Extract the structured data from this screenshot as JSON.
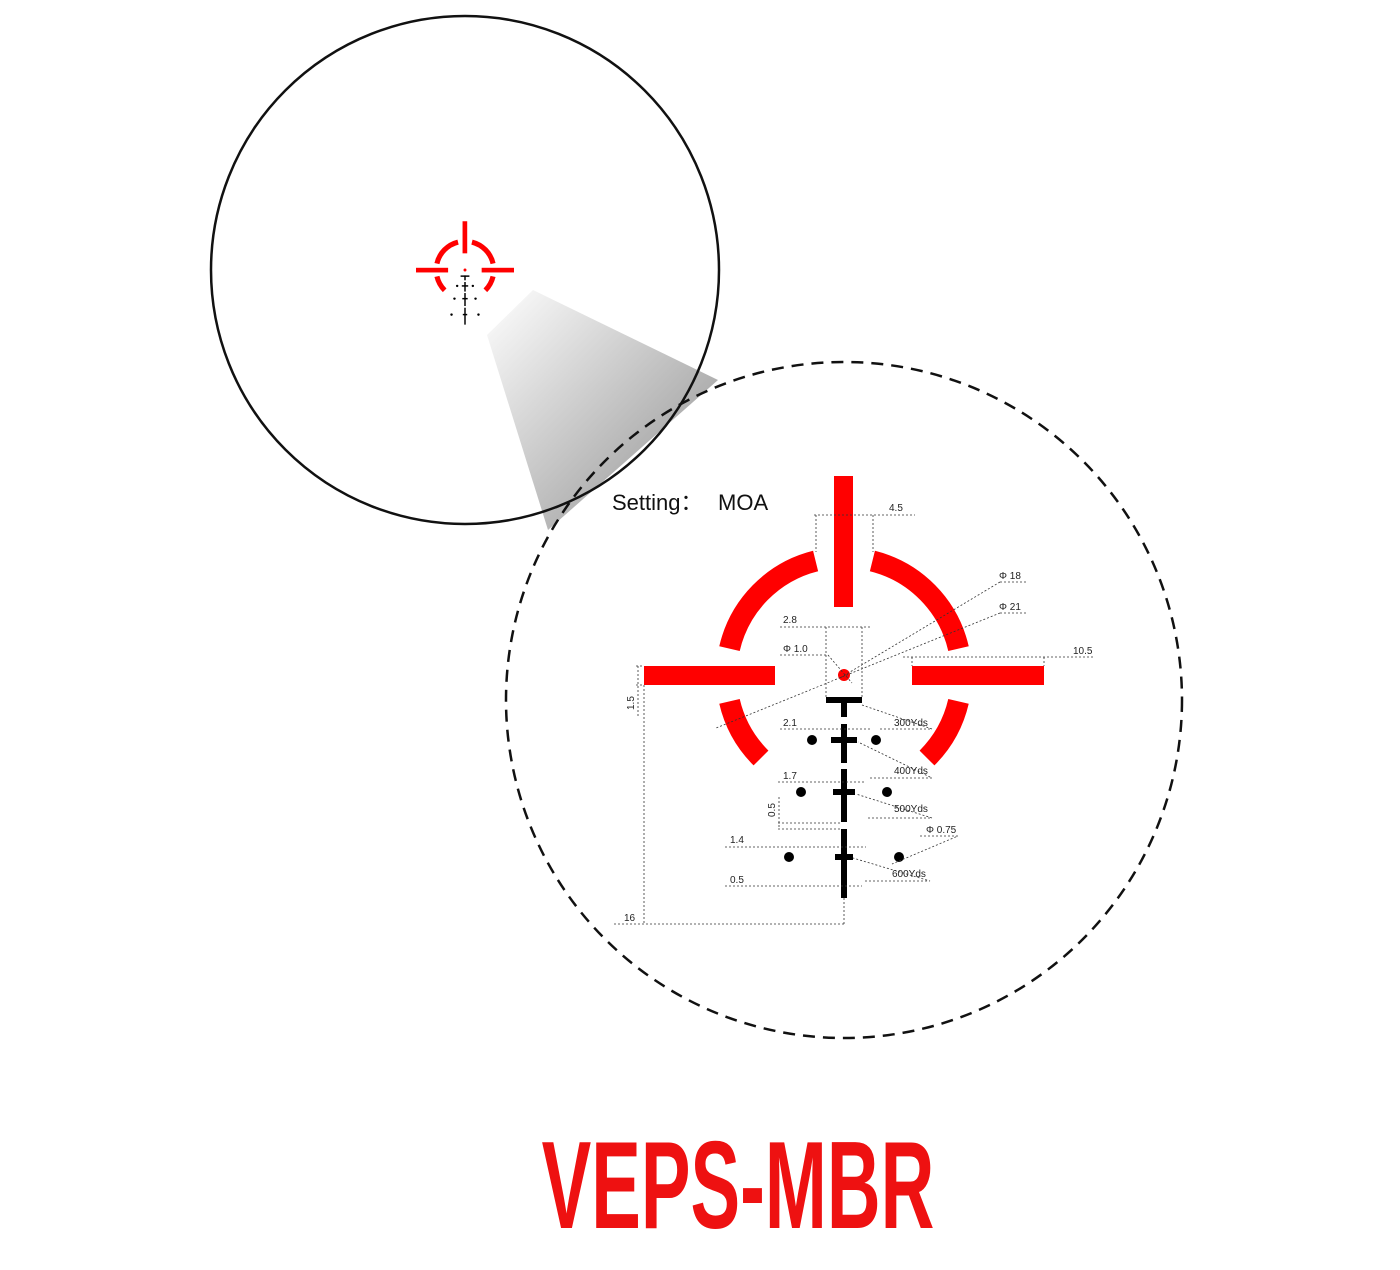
{
  "setting": {
    "label": "Setting：",
    "value": "MOA"
  },
  "title": "VEPS-MBR",
  "colors": {
    "reticle": "#ff0000",
    "ballistic": "#000000",
    "title": "#ee1111"
  },
  "dimensions": {
    "bar_gap": "4.5",
    "inner_ring": "Φ 18",
    "outer_ring": "Φ 21",
    "box_width": "2.8",
    "center_dot": "Φ 1.0",
    "side_bar_length": "10.5",
    "bar_thickness": "1.5",
    "hold_400_width": "2.1",
    "hold_500_width": "1.7",
    "segment_gap": "0.5",
    "dot_size": "Φ 0.75",
    "hold_600_width": "1.4",
    "stem_width": "0.5",
    "drop_to_bottom": "16"
  },
  "range_labels": [
    "300Yds",
    "400Yds",
    "500Yds",
    "600Yds"
  ]
}
